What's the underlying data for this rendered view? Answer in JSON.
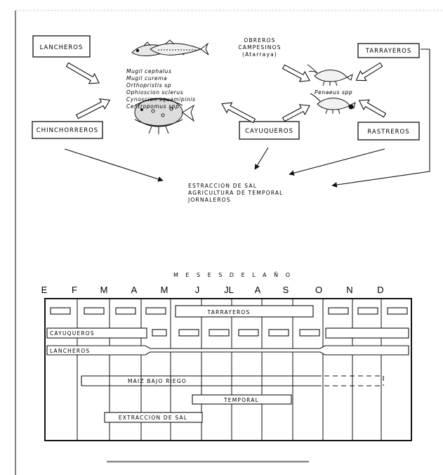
{
  "diagram": {
    "boxes": {
      "lancheros": "LANCHEROS",
      "chinchorreros": "CHINCHORREROS",
      "cayuqueros": "CAYUQUEROS",
      "tarrayeros": "TARRAYEROS",
      "rastreros": "RASTREROS"
    },
    "obreros": [
      "OBREROS",
      "CAMPESINOS",
      "(Atarraya)"
    ],
    "fish_species": [
      "Mugil cephalus",
      "Mugil curema",
      "Orthopristis sp",
      "Ophioscion sclerus",
      "Cynoscion squamipinis",
      "Centropomus spp"
    ],
    "shrimp_species": "Penaeus spp",
    "other_activities": [
      "ESTRACCION DE SAL",
      "AGRICULTURA DE TEMPORAL",
      "JORNALEROS"
    ]
  },
  "calendar": {
    "title": "M E S E S   D E L   A Ñ O",
    "months": [
      "E",
      "F",
      "M",
      "A",
      "M",
      "J",
      "JL",
      "A",
      "S",
      "O",
      "N",
      "D"
    ],
    "bars": {
      "tarrayeros": "TARRAYEROS",
      "cayuqueros": "CAYUQUEROS",
      "lancheros": "LANCHEROS",
      "maiz": "MAIZ    BAJO    RIEGO",
      "temporal": "TEMPORAL",
      "sal": "EXTRACCION DE SAL"
    }
  }
}
